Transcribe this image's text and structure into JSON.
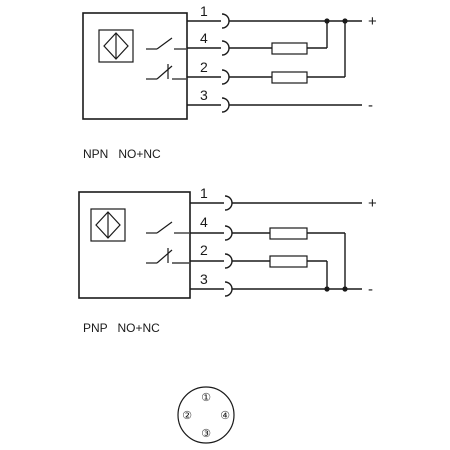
{
  "npn": {
    "caption": "NPN   NO+NC",
    "pins": [
      "1",
      "4",
      "2",
      "3"
    ],
    "plus": "+",
    "minus": "-"
  },
  "pnp": {
    "caption": "PNP   NO+NC",
    "pins": [
      "1",
      "4",
      "2",
      "3"
    ],
    "plus": "+",
    "minus": "-"
  },
  "connector": {
    "pins": [
      "①",
      "②",
      "③",
      "④"
    ]
  }
}
